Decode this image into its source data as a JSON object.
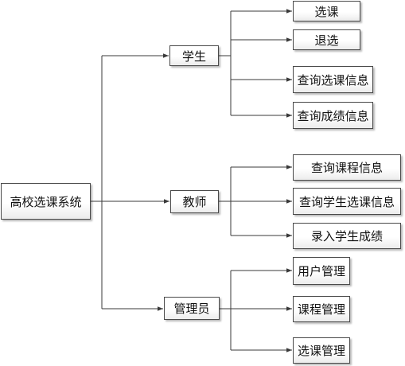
{
  "root": {
    "label": "高校选课系统"
  },
  "branches": [
    {
      "label": "学生",
      "children": [
        "选课",
        "退选",
        "查询选课信息",
        "查询成绩信息"
      ]
    },
    {
      "label": "教师",
      "children": [
        "查询课程信息",
        "查询学生选课信息",
        "录入学生成绩"
      ]
    },
    {
      "label": "管理员",
      "children": [
        "用户管理",
        "课程管理",
        "选课管理"
      ]
    }
  ],
  "colors": {
    "line": "#3a3a3a",
    "border": "#4a4a4a",
    "text": "#111111"
  }
}
